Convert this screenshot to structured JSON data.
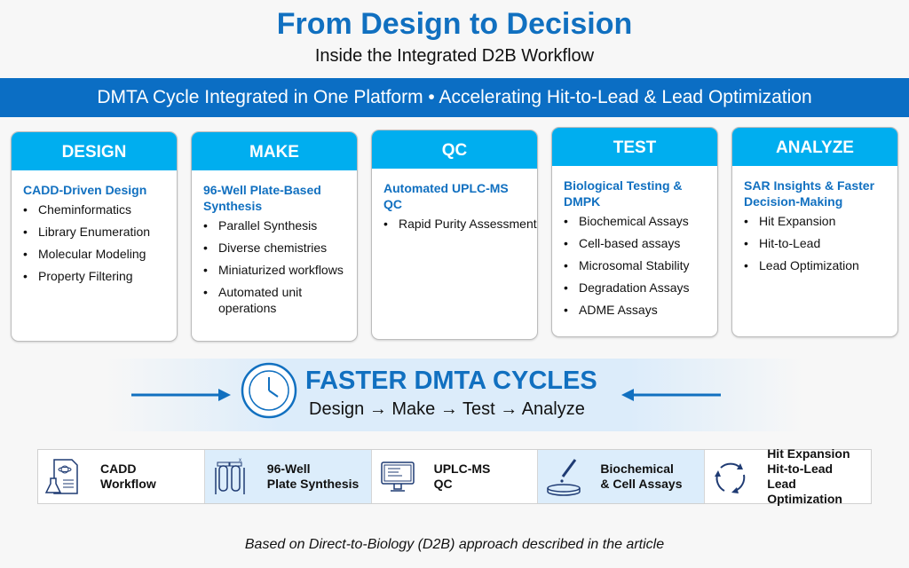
{
  "title": "From Design to Decision",
  "subtitle": "Inside the Integrated D2B Workflow",
  "band": "DMTA Cycle Integrated in One Platform • Accelerating Hit-to-Lead & Lead Optimization",
  "cards": [
    {
      "header": "DESIGN",
      "subtitle": "CADD-Driven Design",
      "items": [
        "Cheminformatics",
        "Library Enumeration",
        "Molecular Modeling",
        "Property Filtering"
      ]
    },
    {
      "header": "MAKE",
      "subtitle": "96-Well Plate-Based Synthesis",
      "items": [
        "Parallel Synthesis",
        "Diverse chemistries",
        "Miniaturized workflows",
        "Automated unit operations"
      ]
    },
    {
      "header": "QC",
      "subtitle": "Automated UPLC-MS QC",
      "items": [
        "Rapid Purity Assessment"
      ]
    },
    {
      "header": "TEST",
      "subtitle": "Biological Testing & DMPK",
      "items": [
        "Biochemical Assays",
        "Cell-based assays",
        "Microsomal Stability",
        "Degradation Assays",
        "ADME Assays"
      ]
    },
    {
      "header": "ANALYZE",
      "subtitle": "SAR Insights & Faster Decision-Making",
      "items": [
        "Hit Expansion",
        "Hit-to-Lead",
        "Lead Optimization"
      ]
    }
  ],
  "center": {
    "heading": "FASTER DMTA CYCLES",
    "flow": "Design → Make → Test → Analyze"
  },
  "bottom": [
    {
      "label": "CADD\nWorkflow",
      "icon": "document-atom-flask-icon"
    },
    {
      "label": "96-Well\nPlate Synthesis",
      "icon": "test-tubes-icon"
    },
    {
      "label": "UPLC-MS\nQC",
      "icon": "monitor-icon"
    },
    {
      "label": "Biochemical\n& Cell Assays",
      "icon": "pipette-dish-icon"
    },
    {
      "label": "Hit Expansion\nHit-to-Lead\nLead Optimization",
      "icon": "cycle-arrows-icon"
    }
  ],
  "footer": "Based on Direct-to-Biology (D2B) approach described in the article",
  "colors": {
    "primary": "#1170c0",
    "band": "#0b6ec4",
    "header": "#00aeef"
  }
}
